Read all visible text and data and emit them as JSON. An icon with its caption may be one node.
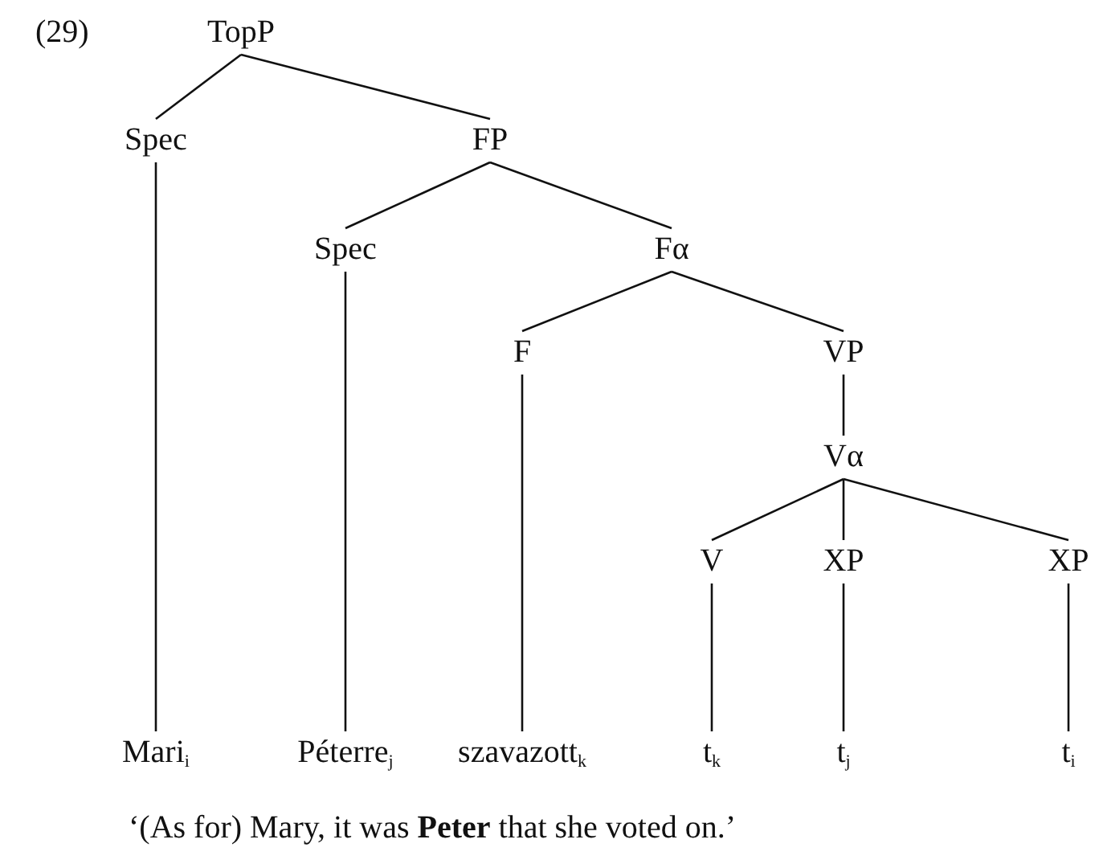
{
  "diagram": {
    "caption": "‘(As for) Mary, it was **Peter** that she voted on.’",
    "nodes": [
      {
        "text": [
          "TopP"
        ]
      },
      {
        "text": [
          "Spec"
        ]
      },
      {
        "text": [
          "FP"
        ]
      },
      {
        "text": [
          "Spec"
        ]
      },
      {
        "text": [
          "Fα"
        ]
      },
      {
        "text": [
          "F"
        ]
      },
      {
        "text": [
          "VP"
        ]
      },
      {
        "text": [
          "Vα"
        ]
      },
      {
        "text": [
          "V"
        ]
      },
      {
        "text": [
          "XP"
        ]
      },
      {
        "text": [
          "XP"
        ]
      },
      {
        "text": [
          "Mari$_{i}$"
        ]
      },
      {
        "text": [
          "Péterre$_{j}$"
        ]
      },
      {
        "text": [
          "szavazott$_{k}$"
        ]
      },
      {
        "text": [
          "t$_{k}$"
        ]
      },
      {
        "text": [
          "t$_{j}$"
        ]
      },
      {
        "text": [
          "t$_{i}$"
        ]
      }
    ],
    "edges": [
      {
        "from": 0,
        "to": 1,
        "arrow": "none"
      },
      {
        "from": 0,
        "to": 2,
        "arrow": "none"
      },
      {
        "from": 2,
        "to": 3,
        "arrow": "none"
      },
      {
        "from": 2,
        "to": 4,
        "arrow": "none"
      },
      {
        "from": 4,
        "to": 5,
        "arrow": "none"
      },
      {
        "from": 4,
        "to": 6,
        "arrow": "none"
      },
      {
        "from": 6,
        "to": 7,
        "arrow": "none"
      },
      {
        "from": 7,
        "to": 8,
        "arrow": "none"
      },
      {
        "from": 7,
        "to": 9,
        "arrow": "none"
      },
      {
        "from": 7,
        "to": 10,
        "arrow": "none"
      },
      {
        "from": 1,
        "to": 11,
        "arrow": "none"
      },
      {
        "from": 3,
        "to": 12,
        "arrow": "none"
      },
      {
        "from": 5,
        "to": 13,
        "arrow": "none"
      },
      {
        "from": 8,
        "to": 14,
        "arrow": "none"
      },
      {
        "from": 9,
        "to": 15,
        "arrow": "none"
      },
      {
        "from": 10,
        "to": 16,
        "arrow": "none"
      }
    ],
    "labels": [
      "(29)"
    ]
  }
}
